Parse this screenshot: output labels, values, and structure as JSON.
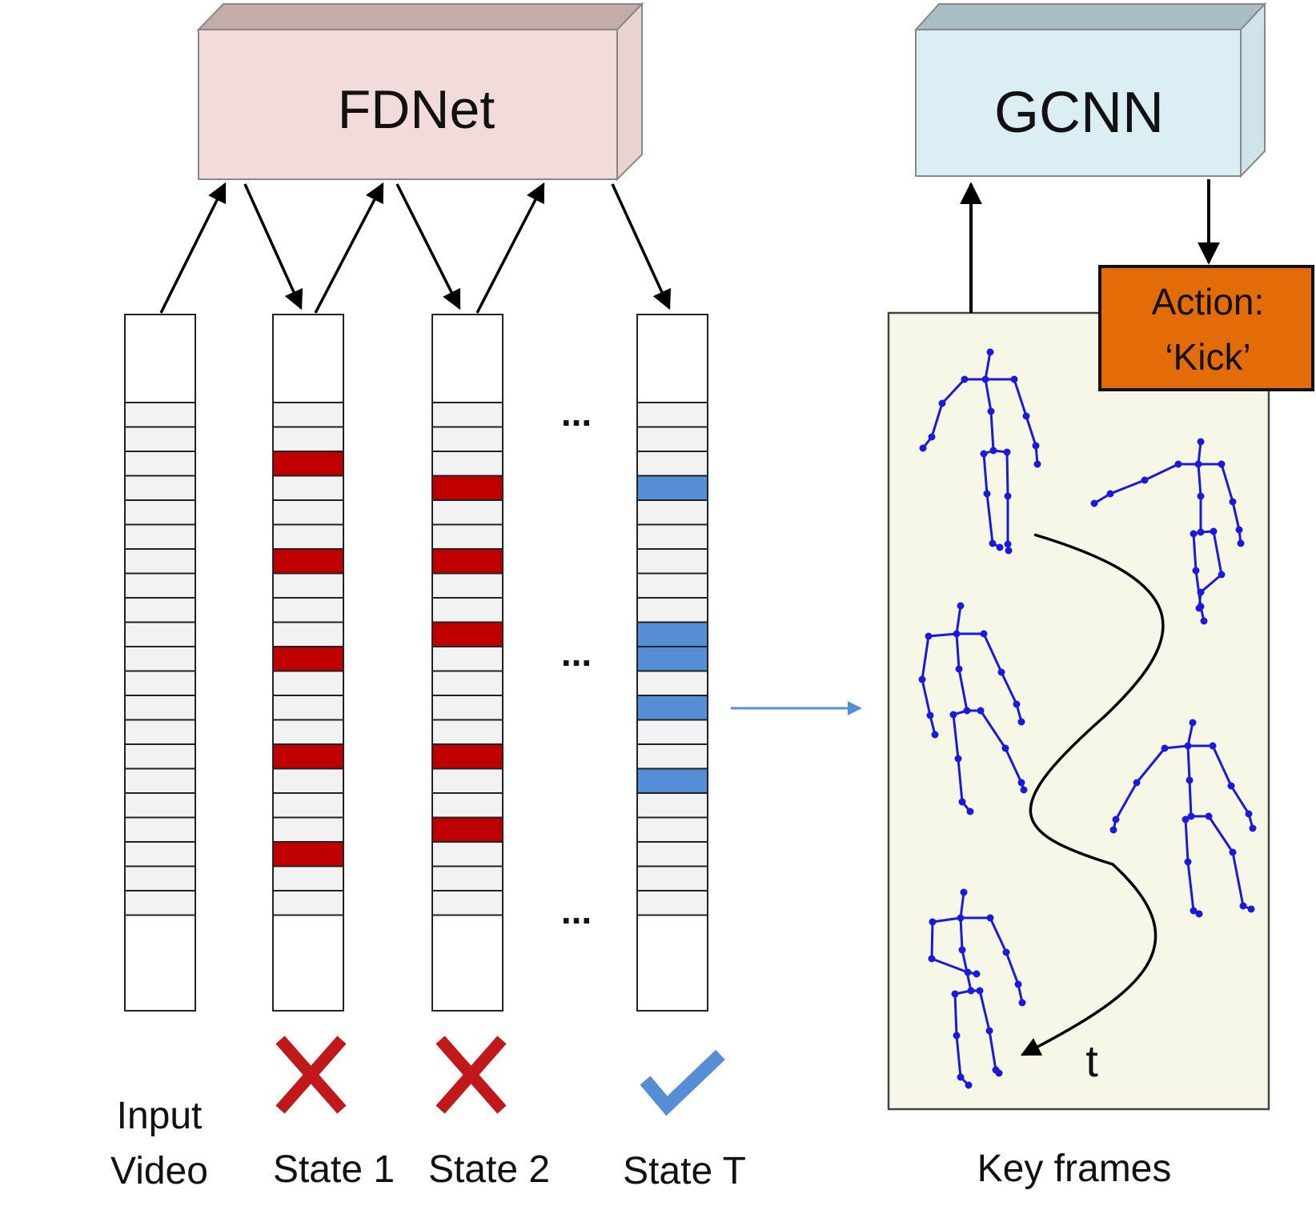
{
  "boxes": {
    "fdnet": "FDNet",
    "gcnn": "GCNN"
  },
  "action": {
    "line1": "Action:",
    "line2": "‘Kick’"
  },
  "labels": {
    "input_line1": "Input",
    "input_line2": "Video",
    "state1": "State 1",
    "state2": "State 2",
    "stateT": "State T",
    "key_frames": "Key frames",
    "time": "t",
    "ellipsis": "..."
  },
  "colors": {
    "fdnet_face": "#f2dcdb",
    "fdnet_top": "#c4acaa",
    "gcnn_face": "#dbeef4",
    "gcnn_top": "#a9bec4",
    "cell": "#f2f2f2",
    "selected_red": "#c00000",
    "selected_blue": "#558ed5",
    "action_fill": "#e36c09",
    "keyframe_panel": "#f6f7e6",
    "skeleton": "#1a1adb",
    "cross": "#c0181b",
    "check": "#558ed5"
  },
  "columns": [
    {
      "name": "input-video-column",
      "selected": [],
      "marker": "none"
    },
    {
      "name": "state-1-column",
      "selected": [
        2,
        6,
        10,
        14,
        18
      ],
      "marker": "cross",
      "selected_color": "red"
    },
    {
      "name": "state-2-column",
      "selected": [
        3,
        6,
        9,
        14,
        17
      ],
      "marker": "cross",
      "selected_color": "red"
    },
    {
      "name": "state-T-column",
      "selected": [
        3,
        9,
        10,
        12,
        15
      ],
      "marker": "check",
      "selected_color": "blue"
    }
  ]
}
